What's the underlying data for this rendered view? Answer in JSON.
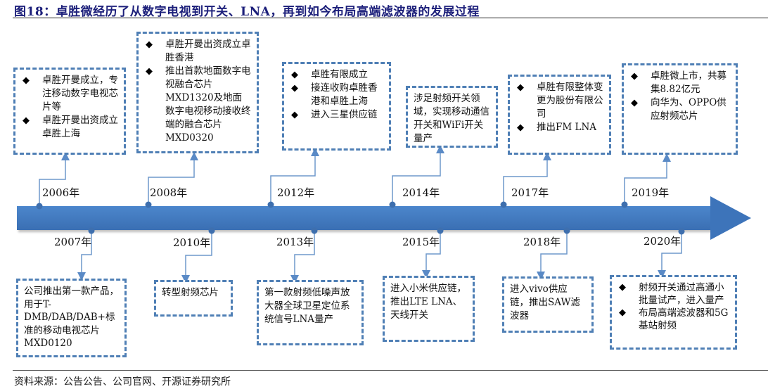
{
  "title": "图18：卓胜微经历了从数字电视到开关、LNA，再到如今布局高端滤波器的发展过程",
  "source": "资料来源：公告公告、公司官网、开源证券研究所",
  "colors": {
    "title": "#1c1f7a",
    "axis": "#3f78bf",
    "border": "#4f7fb5",
    "connector": "#5a8ac6"
  },
  "timeline": {
    "above": [
      {
        "year": "2006年",
        "items": [
          "卓胜开曼成立，专注移动数字电视芯片等",
          "卓胜开曼出资成立卓胜上海"
        ]
      },
      {
        "year": "2008年",
        "items": [
          "卓胜开曼出资成立卓胜香港",
          "推出首款地面数字电视融合芯片MXD1320及地面数字电视移动接收终端的融合芯片MXD0320"
        ]
      },
      {
        "year": "2012年",
        "items": [
          "卓胜有限成立",
          "接连收购卓胜香港和卓胜上海",
          "进入三星供应链"
        ]
      },
      {
        "year": "2014年",
        "text": "涉足射频开关领域，实现移动通信开关和WiFi开关量产"
      },
      {
        "year": "2017年",
        "items": [
          "卓胜有限整体变更为股份有限公司",
          "推出FM LNA"
        ]
      },
      {
        "year": "2019年",
        "items": [
          "卓胜微上市，共募集8.82亿元",
          "向华为、OPPO供应射频芯片"
        ]
      }
    ],
    "below": [
      {
        "year": "2007年",
        "text": "公司推出第一款产品，用于T-DMB/DAB/DAB+标准的移动电视芯片MXD0120"
      },
      {
        "year": "2010年",
        "text": "转型射频芯片"
      },
      {
        "year": "2013年",
        "text": "第一款射频低噪声放大器全球卫星定位系统信号LNA量产"
      },
      {
        "year": "2015年",
        "text": "进入小米供应链，推出LTE LNA、天线开关"
      },
      {
        "year": "2018年",
        "text": "进入vivo供应链，推出SAW滤波器"
      },
      {
        "year": "2020年",
        "items": [
          "射频开关通过高通小批量试产，进入量产",
          "布局高端滤波器和5G基站射频"
        ]
      }
    ]
  },
  "bullet_icon": "◆"
}
